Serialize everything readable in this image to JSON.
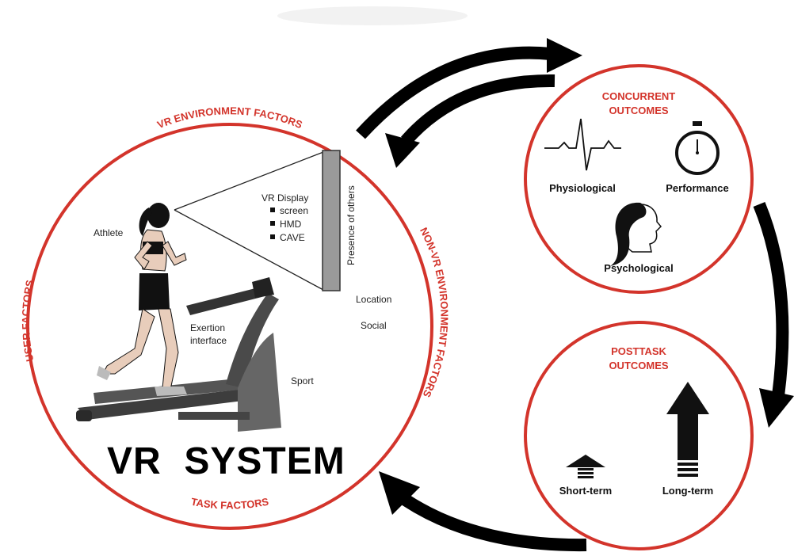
{
  "vr_system": {
    "title": "VR  SYSTEM",
    "vr_environment_factors": "VR ENVIRONMENT FACTORS",
    "user_factors": "USER FACTORS",
    "non_vr_environment_factors": "NON-VR ENVIRONMENT FACTORS",
    "task_factors": "TASK FACTORS",
    "athlete": "Athlete",
    "vr_display": {
      "title": "VR Display",
      "items": [
        "screen",
        "HMD",
        "CAVE"
      ]
    },
    "presence_of_others": "Presence of others",
    "location": "Location",
    "social": "Social",
    "exertion_interface": [
      "Exertion",
      "interface"
    ],
    "sport": "Sport"
  },
  "concurrent_outcomes": {
    "title": [
      "CONCURRENT",
      "OUTCOMES"
    ],
    "physiological": "Physiological",
    "performance": "Performance",
    "psychological": "Psychological"
  },
  "posttask_outcomes": {
    "title": [
      "POSTTASK",
      "OUTCOMES"
    ],
    "short_term": "Short-term",
    "long_term": "Long-term"
  },
  "colors": {
    "ring": "#d3342b",
    "arrow": "#000000",
    "treadmill": "#4a4a4a"
  }
}
